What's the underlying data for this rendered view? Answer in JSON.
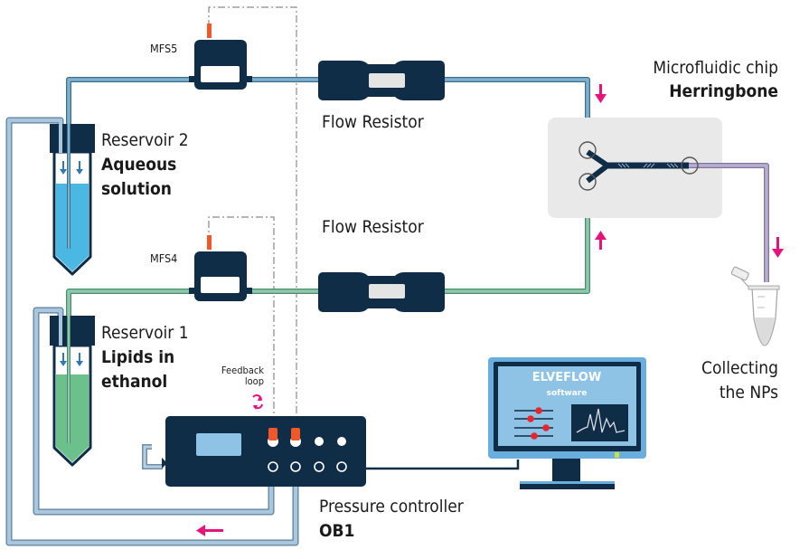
{
  "title": "Microfluidic nanoparticle synthesis setup",
  "components": {
    "sensor_top": {
      "label": "MFS5"
    },
    "sensor_bottom": {
      "label": "MFS4"
    },
    "resistor_top": {
      "label": "Flow Resistor"
    },
    "resistor_bottom": {
      "label": "Flow Resistor"
    },
    "chip": {
      "label_line1": "Microfluidic chip",
      "label_line2": "Herringbone"
    },
    "reservoir2": {
      "label_line1": "Reservoir 2",
      "label_line2": "Aqueous",
      "label_line3": "solution"
    },
    "reservoir1": {
      "label_line1": "Reservoir 1",
      "label_line2": "Lipids in",
      "label_line3": "ethanol"
    },
    "feedback": {
      "label_line1": "Feedback",
      "label_line2": "loop"
    },
    "controller": {
      "label_line1": "Pressure controller",
      "label_line2": "OB1"
    },
    "collection": {
      "label_line1": "Collecting",
      "label_line2": "the NPs"
    },
    "monitor": {
      "brand": "ELVEFLOW",
      "subtitle": "software"
    }
  },
  "colors": {
    "device_dark": "#0f2d47",
    "tube_aqueous": "#5b8fb0",
    "tube_lipid": "#6aab8e",
    "tube_output": "#9b8fb5",
    "tube_pressure": "#9fbcd6",
    "aqueous_fill": "#4bb8e4",
    "lipid_fill": "#6cc08b",
    "flow_arrow": "#e8127c",
    "sensor_plug": "#f0582a",
    "chip_bg": "#e9e9e9",
    "monitor_frame": "#6aaede",
    "monitor_screen": "#8ec3e6",
    "slider_knob": "#e8242c"
  }
}
